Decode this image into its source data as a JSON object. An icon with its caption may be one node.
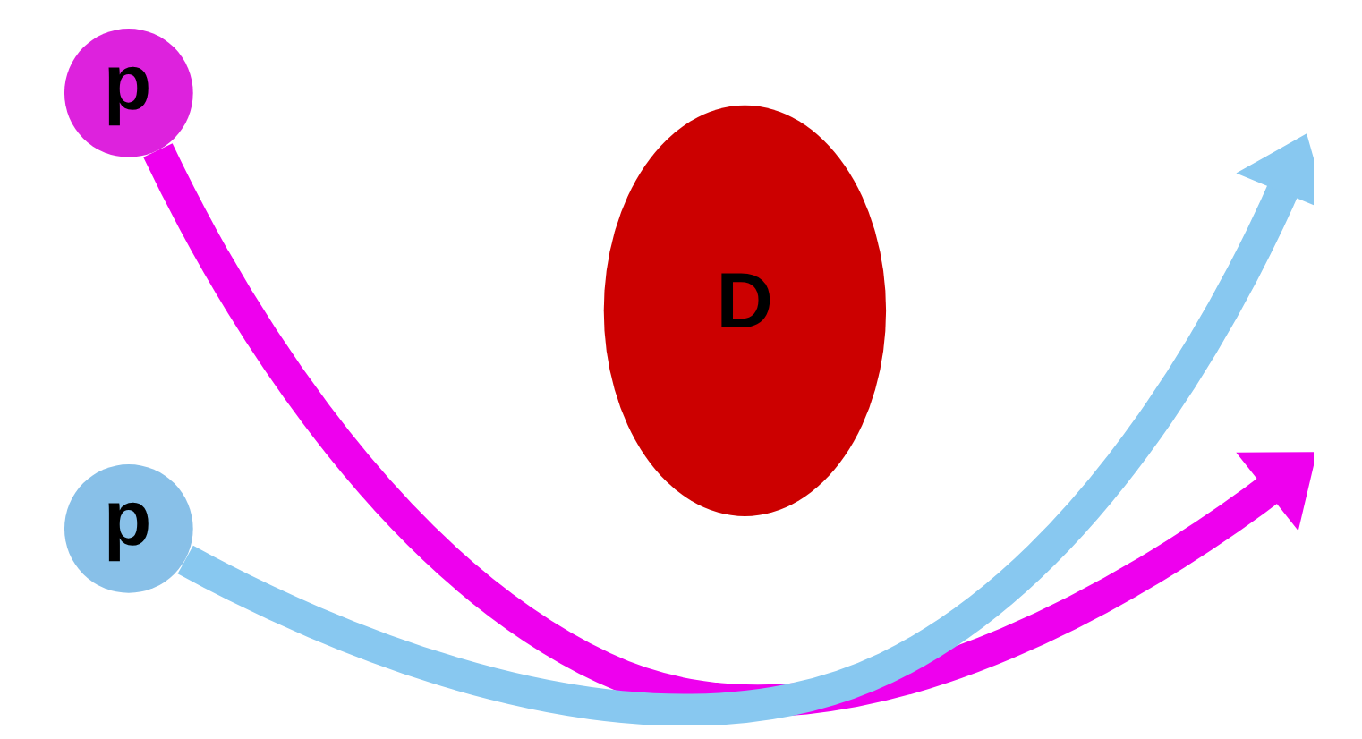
{
  "diagram": {
    "nodes": [
      {
        "text": [
          "p"
        ]
      },
      {
        "text": [
          "p"
        ]
      },
      {
        "text": [
          "D"
        ]
      }
    ],
    "edges": [
      {
        "from": 0,
        "to": null,
        "arrow": "to",
        "color": "#ee00ee"
      },
      {
        "from": 1,
        "to": null,
        "arrow": "to",
        "color": "#88c8f0"
      }
    ]
  }
}
